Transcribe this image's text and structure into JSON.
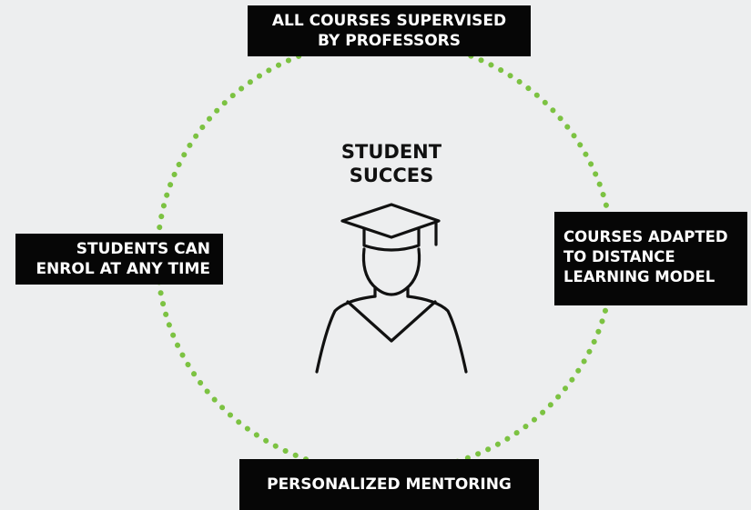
{
  "center": {
    "title": "STUDENT\nSUCCES",
    "icon": "graduate-icon"
  },
  "features": {
    "top": "ALL COURSES SUPERVISED\nBY PROFESSORS",
    "right": "COURSES ADAPTED\nTO DISTANCE\nLEARNING MODEL",
    "left": "STUDENTS CAN\nENROL AT ANY TIME",
    "bottom": "PERSONALIZED MENTORING"
  },
  "colors": {
    "background": "#edeeef",
    "box": "#060606",
    "box_text": "#ffffff",
    "ring_dots": "#7cc242",
    "icon_stroke": "#111111"
  }
}
